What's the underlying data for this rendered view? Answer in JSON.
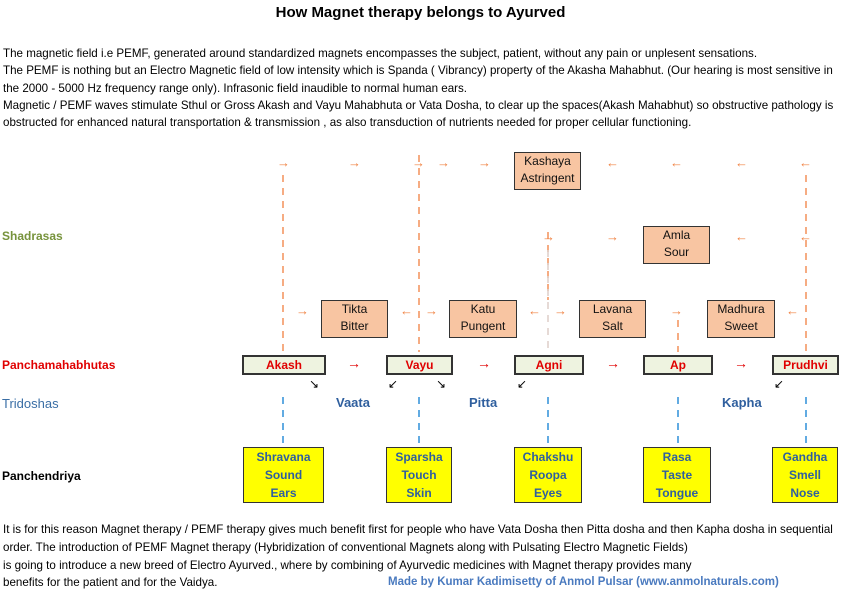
{
  "title": "How Magnet therapy belongs to Ayurved",
  "intro": [
    "The magnetic field i.e PEMF, generated around  standardized magnets encompasses the subject, patient,  without any pain or unplesent sensations.",
    "The PEMF  is nothing but an Electro Magnetic field  of low intensity which is Spanda ( Vibrancy) property of the Akasha Mahabhut. (Our hearing is most sensitive in the 2000 - 5000 Hz frequency range only). Infrasonic field inaudible to normal human ears.",
    "Magnetic / PEMF waves stimulate Sthul or Gross Akash and Vayu Mahabhuta or Vata Dosha, to clear up the spaces(Akash Mahabhut) so obstructive pathology is obstructed for enhanced natural transportation & transmission , as also transduction of nutrients needed for proper cellular functioning."
  ],
  "row_labels": {
    "shadrasas": "Shadrasas",
    "panchamahabhutas": "Panchamahabhutas",
    "tridoshas": "Tridoshas",
    "panchendriya": "Panchendriya"
  },
  "rasas": {
    "kashaya": {
      "line1": "Kashaya",
      "line2": "Astringent"
    },
    "amla": {
      "line1": "Amla",
      "line2": "Sour"
    },
    "tikta": {
      "line1": "Tikta",
      "line2": "Bitter"
    },
    "katu": {
      "line1": "Katu",
      "line2": "Pungent"
    },
    "lavana": {
      "line1": "Lavana",
      "line2": "Salt"
    },
    "madhura": {
      "line1": "Madhura",
      "line2": "Sweet"
    }
  },
  "bhutas": [
    "Akash",
    "Vayu",
    "Agni",
    "Ap",
    "Prudhvi"
  ],
  "doshas": [
    "Vaata",
    "Pitta",
    "Kapha"
  ],
  "indriyas": [
    {
      "sense": "Shravana",
      "quality": "Sound",
      "organ": "Ears"
    },
    {
      "sense": "Sparsha",
      "quality": "Touch",
      "organ": "Skin"
    },
    {
      "sense": "Chakshu",
      "quality": "Roopa",
      "organ": "Eyes"
    },
    {
      "sense": "Rasa",
      "quality": "Taste",
      "organ": "Tongue"
    },
    {
      "sense": "Gandha",
      "quality": "Smell",
      "organ": "Nose"
    }
  ],
  "glyphs": {
    "right": "→",
    "left": "←",
    "down_right": "↘",
    "down_left": "↙"
  },
  "outro": [
    "It is for this reason Magnet therapy / PEMF therapy gives much benefit first for people who have Vata Dosha then Pitta dosha and then Kapha dosha in sequential order. The introduction of PEMF Magnet therapy (Hybridization of conventional Magnets along with Pulsating Electro Magnetic Fields)",
    "is going to introduce a new breed of Electro Ayurved., where by combining of Ayurvedic medicines with Magnet therapy provides many",
    "benefits for the patient and for the Vaidya."
  ],
  "credit": "Made by Kumar Kadimisetty of Anmol Pulsar  (www.anmolnaturals.com)",
  "colors": {
    "orange_arrow": "#f08040",
    "red": "#e00000",
    "blue": "#2f5f9e",
    "rasa_fill": "#f8c5a2",
    "indriya_fill": "#ffff00",
    "bhuta_fill": "#eef3e0",
    "shadrasas_label": "#77933c"
  }
}
